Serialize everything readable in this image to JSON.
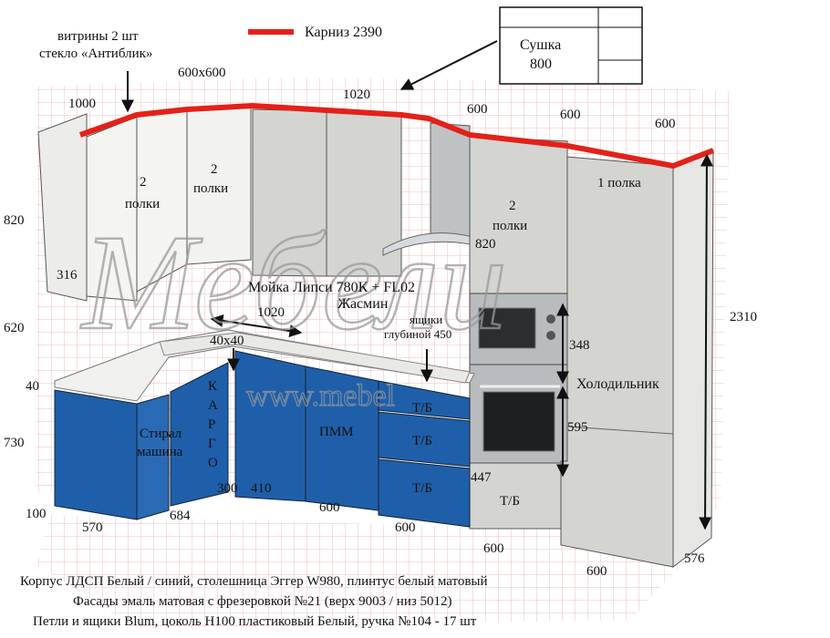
{
  "colors": {
    "cornice": "#e32119",
    "fronts_upper": "#d4d5d1",
    "fronts_lower": "#1f5faa",
    "countertop": "#f0f0ee",
    "grid": "#f2bcc0",
    "dimension_line": "#111111"
  },
  "legend": {
    "cornice_label": "Карниз 2390",
    "showcase_line1": "витрины 2 шт",
    "showcase_line2": "стекло «Антиблик»",
    "dryer_line1": "Сушка",
    "dryer_line2": "800"
  },
  "widths_top": {
    "w1000": "1000",
    "w600x600": "600х600",
    "w1020": "1020",
    "w600a": "600",
    "w600b": "600",
    "w600c": "600"
  },
  "heights_left": {
    "h820": "820",
    "h316": "316",
    "h620": "620",
    "h40": "40",
    "h730": "730",
    "h100": "100"
  },
  "upper_labels": {
    "polki2_a_line1": "2",
    "polki2_a_line2": "полки",
    "polki2_b_line1": "2",
    "polki2_b_line2": "полки",
    "polki2_c_line1": "2",
    "polki2_c_line2": "полки",
    "polka1": "1 полка",
    "h820_right": "820"
  },
  "middle_labels": {
    "sink_line1": "Мойка Липси 780К + FL02",
    "sink_line2": "Жасмин",
    "span1020": "1020",
    "corner40": "40х40",
    "drawers_line1": "ящики",
    "drawers_line2": "глубиной 450"
  },
  "appliance_labels": {
    "h348": "348",
    "fridge": "Холодильник",
    "h595": "595",
    "h447": "447",
    "h2310": "2310",
    "h576": "576"
  },
  "lower_labels": {
    "washer_line1": "Стирал",
    "washer_line2": "машина",
    "cargo": [
      "К",
      "А",
      "Р",
      "Г",
      "О"
    ],
    "pmm": "ПММ",
    "tb1": "Т/Б",
    "tb2": "Т/Б",
    "tb3": "Т/Б",
    "tb4": "Т/Б"
  },
  "bottom_widths": {
    "w570": "570",
    "w684": "684",
    "w300": "300",
    "w410": "410",
    "w600a": "600",
    "w600b": "600",
    "w600c": "600",
    "w600d": "600"
  },
  "watermark": {
    "script": "Мебели",
    "url": "www.mebel"
  },
  "caption": {
    "line1": "Корпус ЛДСП Белый / синий, столешница Эггер W980, плинтус белый матовый",
    "line2": "Фасады эмаль матовая с фрезеровкой №21 (верх 9003 / низ 5012)",
    "line3": "Петли и ящики Blum, цоколь Н100 пластиковый Белый, ручка №104 - 17 шт"
  }
}
